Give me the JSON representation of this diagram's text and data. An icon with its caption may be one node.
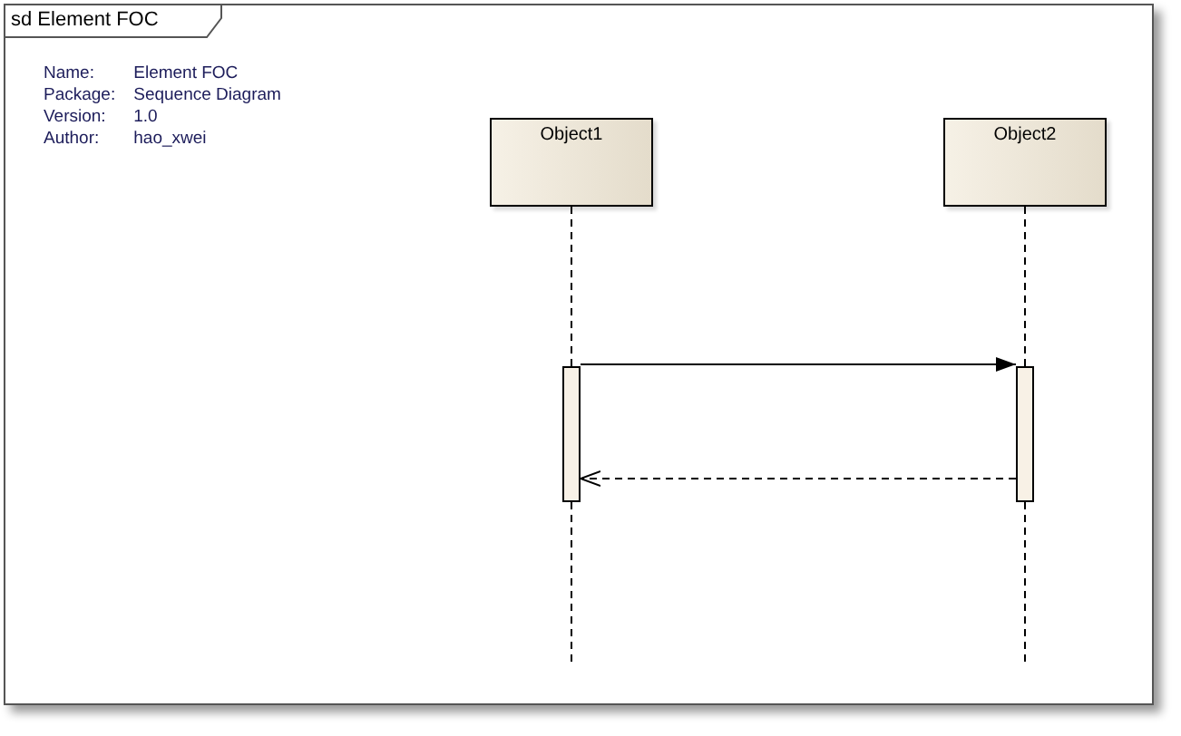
{
  "diagram": {
    "title": "sd Element FOC",
    "nodes": [
      {
        "text": [
          "Object1"
        ]
      },
      {
        "text": [
          "Object2"
        ]
      },
      {
        "text": [],
        "shape": "bar"
      },
      {
        "text": [],
        "shape": "bar"
      }
    ],
    "edges": [
      {
        "from": 0,
        "to": 2,
        "arrow": "none",
        "style": "dashed"
      },
      {
        "from": 1,
        "to": 3,
        "arrow": "none",
        "style": "dashed"
      },
      {
        "from": 2,
        "to": 3,
        "arrow": "to"
      },
      {
        "from": 3,
        "to": 2,
        "arrow": "to",
        "style": "dashed"
      },
      {
        "from": 2,
        "to": null,
        "arrow": "none",
        "style": "dashed"
      },
      {
        "from": 3,
        "to": null,
        "arrow": "none",
        "style": "dashed"
      }
    ],
    "labels": [
      "Name:",
      "Element FOC",
      "Package:",
      "Sequence Diagram",
      "Version:",
      "1.0",
      "Author:",
      "hao_xwei"
    ]
  }
}
